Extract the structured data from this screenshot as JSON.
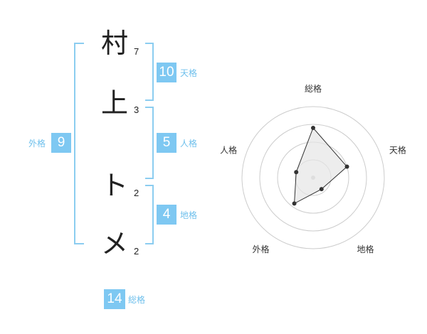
{
  "name": {
    "chars": [
      {
        "char": "村",
        "strokes": "7"
      },
      {
        "char": "上",
        "strokes": "3"
      },
      {
        "char": "ト",
        "strokes": "2"
      },
      {
        "char": "メ",
        "strokes": "2"
      }
    ]
  },
  "fortunes": {
    "tenkaku": {
      "label": "天格",
      "value": "10"
    },
    "jinkaku": {
      "label": "人格",
      "value": "5"
    },
    "chikaku": {
      "label": "地格",
      "value": "4"
    },
    "gaikaku": {
      "label": "外格",
      "value": "9"
    },
    "soukaku": {
      "label": "総格",
      "value": "14"
    }
  },
  "colors": {
    "accent": "#7ec8f2",
    "bracket": "#8ccdf0",
    "radar_fill": "#e6e6e6",
    "radar_line": "#333333"
  },
  "chart_data": {
    "type": "radar",
    "axes": [
      "総格",
      "天格",
      "地格",
      "外格",
      "人格"
    ],
    "values": [
      14,
      10,
      4,
      9,
      5
    ],
    "grid_rings": 4
  }
}
